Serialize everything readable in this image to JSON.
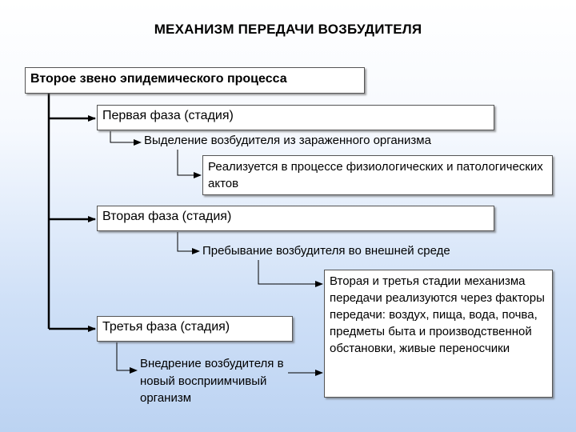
{
  "title": "МЕХАНИЗМ ПЕРЕДАЧИ ВОЗБУДИТЕЛЯ",
  "main_box": "Второе звено эпидемического процесса",
  "phases": [
    {
      "label": "Первая фаза (стадия)"
    },
    {
      "label": "Вторая фаза (стадия)"
    },
    {
      "label": "Третья фаза (стадия)"
    }
  ],
  "phase1_detail": "Выделение возбудителя из зараженного организма",
  "phase1_realization": "Реализуется в процессе физиологических и патологических актов",
  "phase2_detail": "Пребывание возбудителя во внешней среде",
  "stages_factors": "Вторая и третья стадии механизма передачи реализуются через факторы передачи: воздух, пища, вода, почва, предметы быта и производственной обстановки, живые переносчики",
  "phase3_detail": "Внедрение возбудителя в новый восприимчивый организм",
  "colors": {
    "line": "#000000",
    "box_border": "#555555",
    "background_bottom": "#bcd3f2"
  }
}
